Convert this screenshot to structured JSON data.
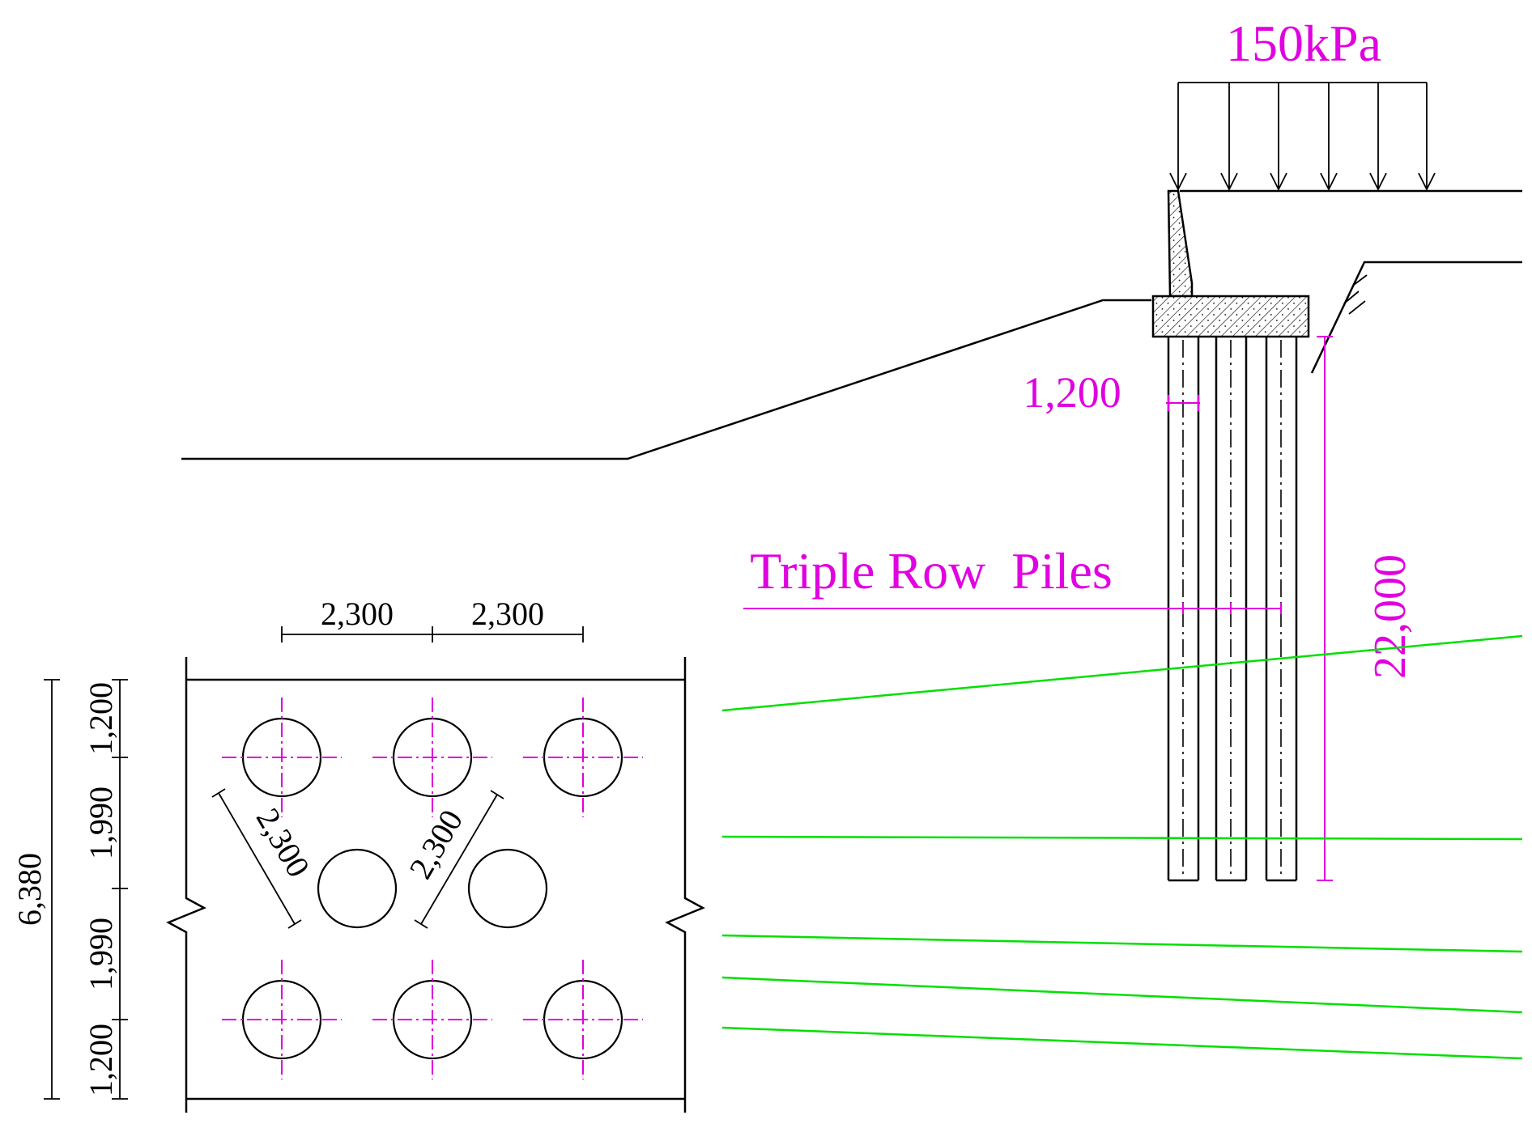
{
  "load": {
    "label": "150kPa"
  },
  "section": {
    "pile_diameter_label": "1,200",
    "pile_length_label": "22,000",
    "pile_group_label": "Triple Row  Piles"
  },
  "plan": {
    "top_dims": [
      "2,300",
      "2,300"
    ],
    "diag_dims": [
      "2,300",
      "2,300"
    ],
    "left_dims": [
      "1,200",
      "1,990",
      "1,990",
      "1,200"
    ],
    "total_dim": "6,380"
  },
  "colors": {
    "annotation": "#e000e0",
    "soil_layer": "#00e000",
    "line": "#000000"
  }
}
